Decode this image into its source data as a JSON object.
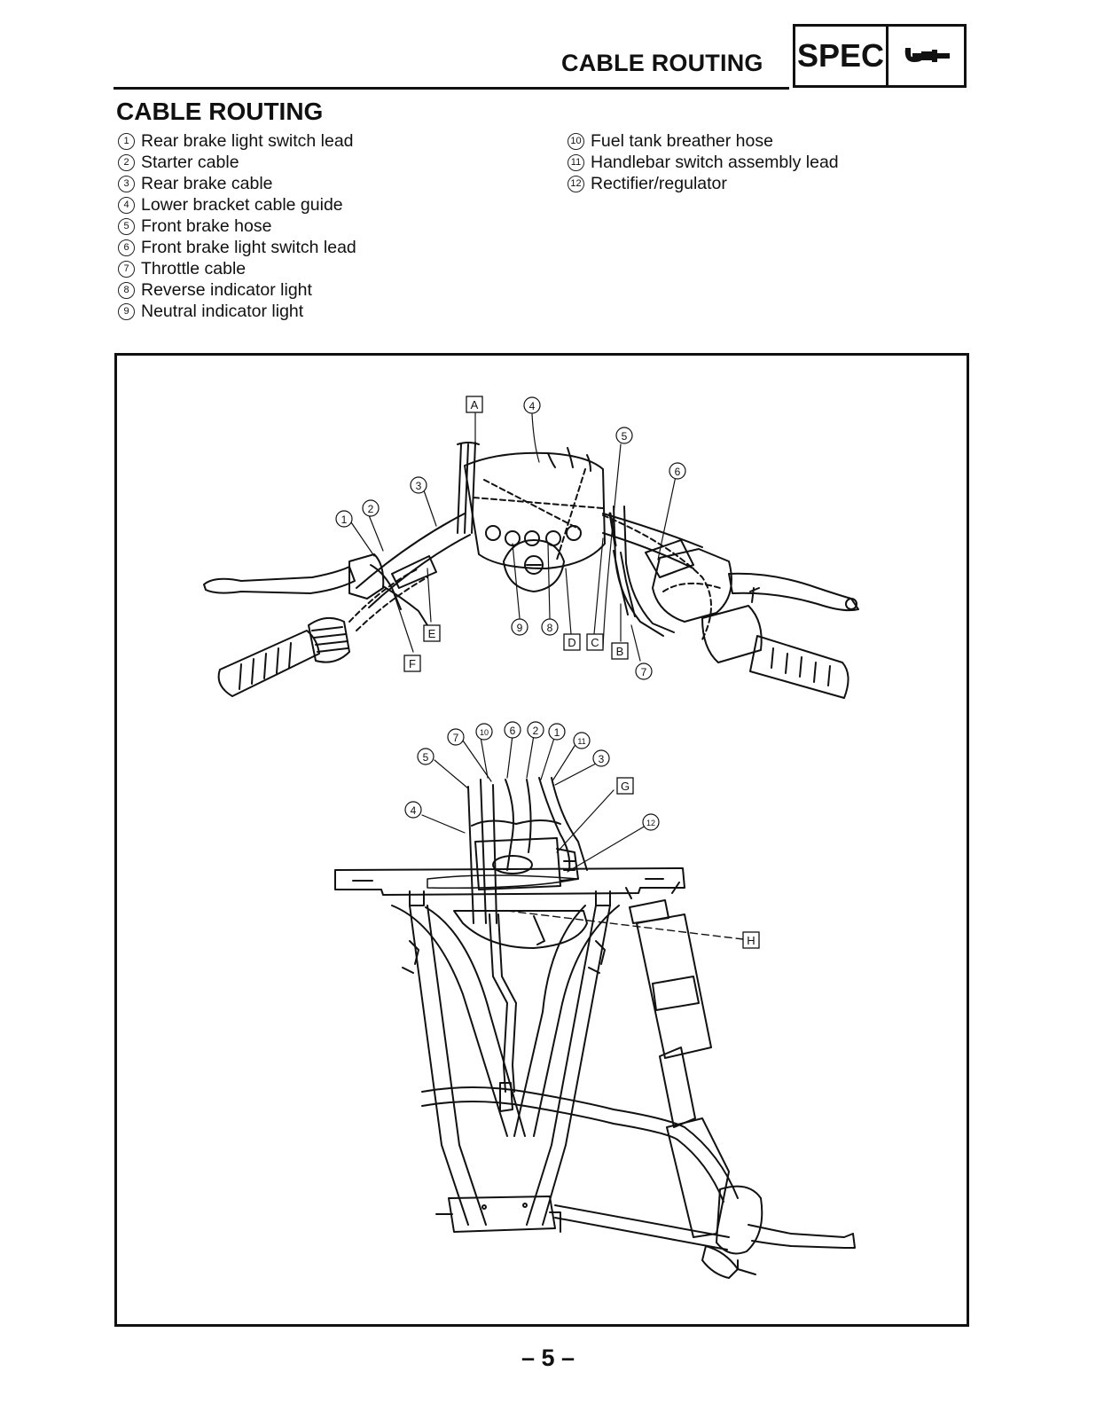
{
  "header": {
    "title": "CABLE ROUTING",
    "spec_label": "SPEC"
  },
  "section": {
    "title": "CABLE ROUTING"
  },
  "legend_left": [
    {
      "num": "1",
      "text": "Rear brake light switch lead"
    },
    {
      "num": "2",
      "text": "Starter cable"
    },
    {
      "num": "3",
      "text": "Rear brake cable"
    },
    {
      "num": "4",
      "text": "Lower bracket cable guide"
    },
    {
      "num": "5",
      "text": "Front brake hose"
    },
    {
      "num": "6",
      "text": "Front brake light switch lead"
    },
    {
      "num": "7",
      "text": "Throttle cable"
    },
    {
      "num": "8",
      "text": "Reverse indicator light"
    },
    {
      "num": "9",
      "text": "Neutral indicator light"
    }
  ],
  "legend_right": [
    {
      "num": "10",
      "text": "Fuel tank breather hose"
    },
    {
      "num": "11",
      "text": "Handlebar switch assembly lead"
    },
    {
      "num": "12",
      "text": "Rectifier/regulator"
    }
  ],
  "diagram_callouts": {
    "A": "A",
    "B": "B",
    "C": "C",
    "D": "D",
    "E": "E",
    "F": "F",
    "G": "G",
    "H": "H",
    "n1": "1",
    "n2": "2",
    "n3": "3",
    "n4": "4",
    "n5": "5",
    "n6": "6",
    "n7": "7",
    "n8": "8",
    "n9": "9",
    "n10": "10",
    "n11": "11",
    "n12": "12"
  },
  "footer": {
    "page_number": "– 5 –"
  },
  "icons": {
    "spec_icon": "wrench-icon"
  }
}
